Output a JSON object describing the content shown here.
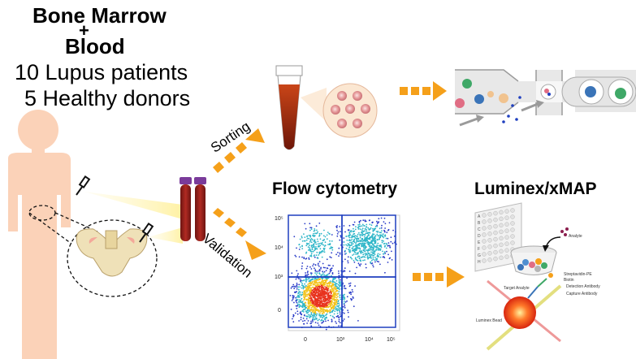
{
  "study": {
    "title_line1": "Bone Marrow",
    "plus": "+",
    "title_line2": "Blood",
    "cohort_patients": "10 Lupus patients",
    "cohort_donors": "5 Healthy donors"
  },
  "paths": {
    "sorting_label": "Sorting",
    "validation_label": "Validation"
  },
  "methods": {
    "flow_title": "Flow cytometry",
    "luminex_title": "Luminex/xMAP"
  },
  "flow_axes": {
    "y_ticks": [
      "10⁵",
      "10⁴",
      "10³",
      "0"
    ],
    "x_ticks": [
      "0",
      "10³",
      "10⁴",
      "10⁵"
    ]
  },
  "luminex_details": {
    "plate_rows": [
      "A",
      "B",
      "C",
      "D",
      "E",
      "F",
      "G",
      "H"
    ],
    "analyte": "Analyte",
    "streptavidin": "Streptavidin-PE",
    "biotin": "Biotin",
    "detection_antibody": "Detection Antibody",
    "target_analyte": "Target Analyte",
    "capture_antibody": "Capture Antibody",
    "luminex_bead": "Luminex Bead"
  },
  "colors": {
    "arrow_orange": "#f5a01a",
    "body_skin": "#fbd2b8",
    "blood_red": "#8b1e12",
    "tube_cap": "#7a3b9a",
    "flow_gate": "#1f3fbf"
  }
}
